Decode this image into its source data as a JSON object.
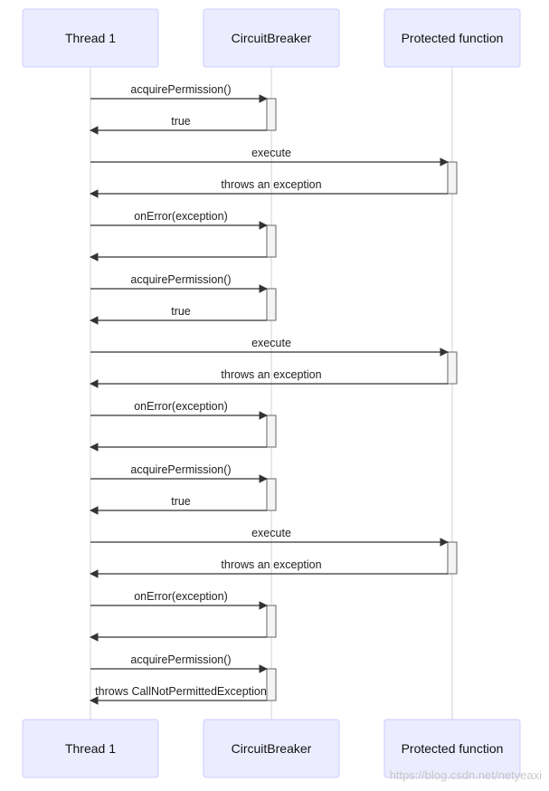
{
  "participants": [
    {
      "id": "thread",
      "label": "Thread 1"
    },
    {
      "id": "cb",
      "label": "CircuitBreaker"
    },
    {
      "id": "pf",
      "label": "Protected function"
    }
  ],
  "messages": [
    {
      "from": "thread",
      "to": "cb",
      "label": "acquirePermission()"
    },
    {
      "from": "cb",
      "to": "thread",
      "label": "true"
    },
    {
      "from": "thread",
      "to": "pf",
      "label": "execute"
    },
    {
      "from": "pf",
      "to": "thread",
      "label": "throws an exception"
    },
    {
      "from": "thread",
      "to": "cb",
      "label": "onError(exception)"
    },
    {
      "from": "cb",
      "to": "thread",
      "label": ""
    },
    {
      "from": "thread",
      "to": "cb",
      "label": "acquirePermission()"
    },
    {
      "from": "cb",
      "to": "thread",
      "label": "true"
    },
    {
      "from": "thread",
      "to": "pf",
      "label": "execute"
    },
    {
      "from": "pf",
      "to": "thread",
      "label": "throws an exception"
    },
    {
      "from": "thread",
      "to": "cb",
      "label": "onError(exception)"
    },
    {
      "from": "cb",
      "to": "thread",
      "label": ""
    },
    {
      "from": "thread",
      "to": "cb",
      "label": "acquirePermission()"
    },
    {
      "from": "cb",
      "to": "thread",
      "label": "true"
    },
    {
      "from": "thread",
      "to": "pf",
      "label": "execute"
    },
    {
      "from": "pf",
      "to": "thread",
      "label": "throws an exception"
    },
    {
      "from": "thread",
      "to": "cb",
      "label": "onError(exception)"
    },
    {
      "from": "cb",
      "to": "thread",
      "label": ""
    },
    {
      "from": "thread",
      "to": "cb",
      "label": "acquirePermission()"
    },
    {
      "from": "cb",
      "to": "thread",
      "label": "throws CallNotPermittedException"
    }
  ],
  "watermark": "https://blog.csdn.net/netyeaxi"
}
